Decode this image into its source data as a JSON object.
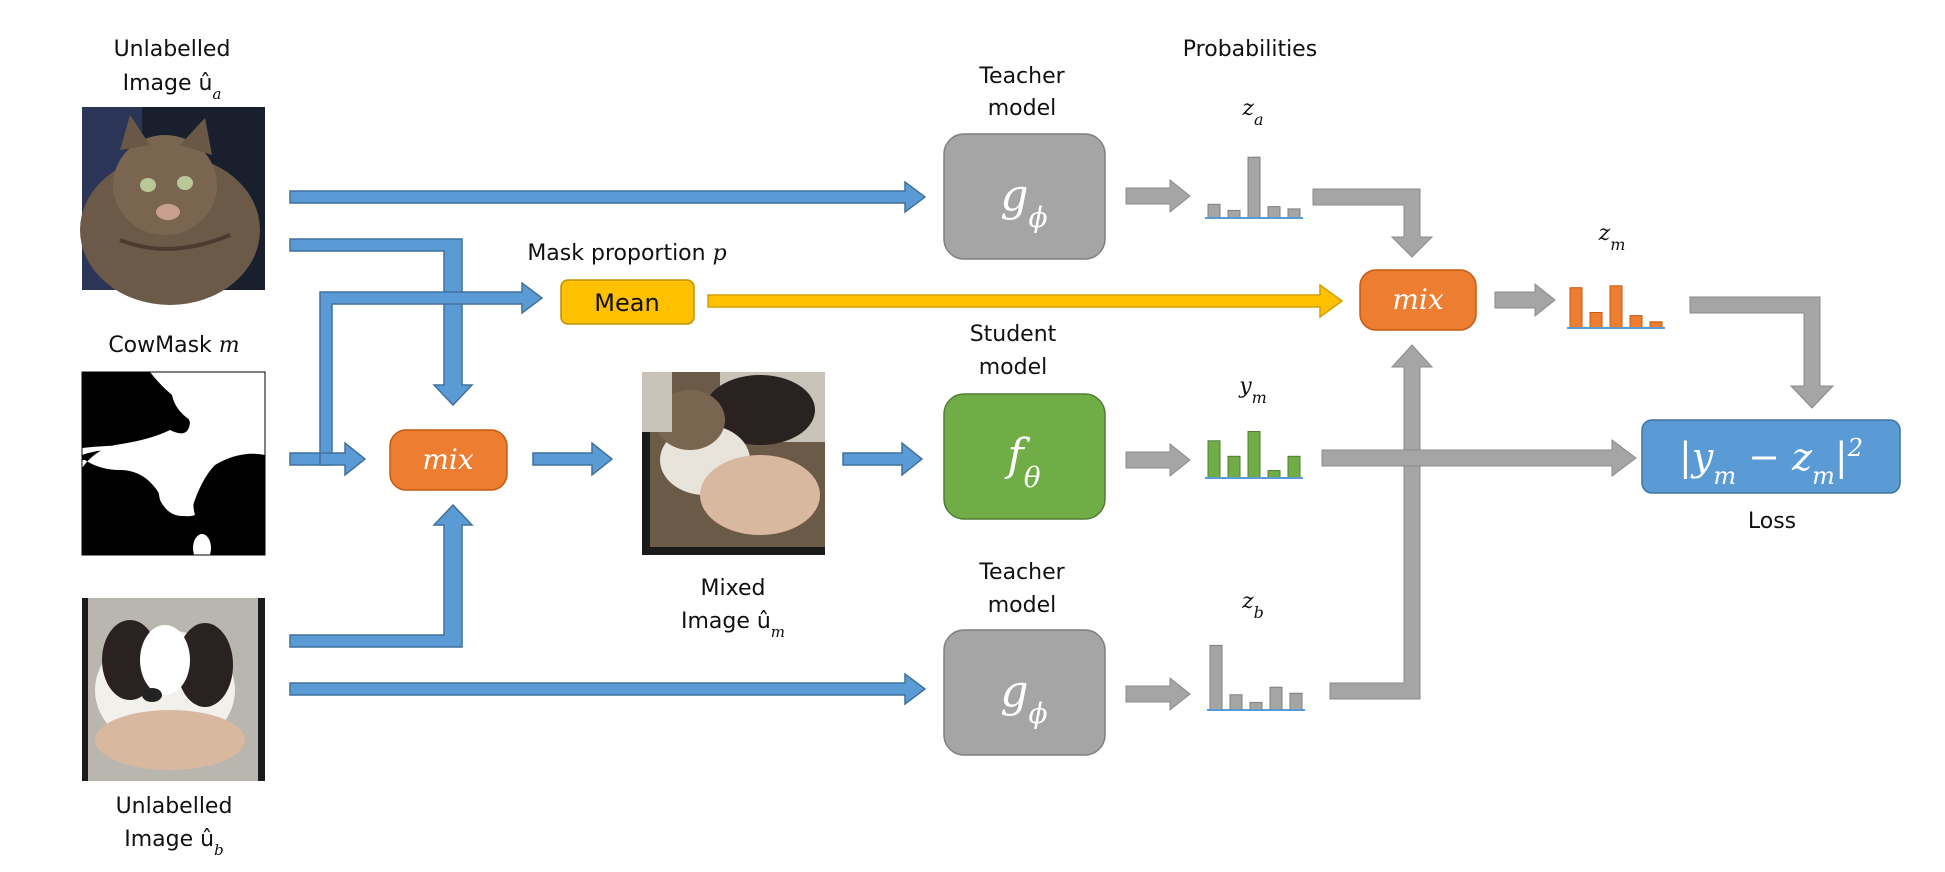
{
  "labels": {
    "image_a": [
      "Unlabelled",
      "Image û",
      "a"
    ],
    "cowmask": [
      "CowMask ",
      "m"
    ],
    "image_b": [
      "Unlabelled",
      "Image û",
      "b"
    ],
    "mask_prop": [
      "Mask proportion ",
      "p"
    ],
    "mean": "Mean",
    "mix": "mix",
    "mixed": [
      "Mixed",
      "Image û",
      "m"
    ],
    "teacher_top": [
      "Teacher",
      "model"
    ],
    "student": [
      "Student",
      "model"
    ],
    "teacher_bottom": [
      "Teacher",
      "model"
    ],
    "g_phi": [
      "g",
      "ϕ"
    ],
    "f_theta": [
      "f",
      "θ"
    ],
    "probabilities": "Probabilities",
    "z_a": [
      "z",
      "a"
    ],
    "y_m": [
      "y",
      "m"
    ],
    "z_b": [
      "z",
      "b"
    ],
    "z_m": [
      "z",
      "m"
    ],
    "loss_formula": [
      "|y",
      "m",
      " − z",
      "m",
      "|",
      "2"
    ],
    "loss": "Loss"
  },
  "colors": {
    "blue_arrow": "#5b9bd5",
    "gray": "#a5a5a5",
    "orange": "#ed7d31",
    "yellow": "#ffc000",
    "green": "#70ad47",
    "loss_box": "#5b9bd5"
  },
  "histograms": {
    "z_a": [
      0.18,
      0.1,
      0.8,
      0.15,
      0.12
    ],
    "y_m": [
      0.6,
      0.35,
      0.75,
      0.12,
      0.35
    ],
    "z_b": [
      0.85,
      0.2,
      0.1,
      0.3,
      0.22
    ],
    "z_m": [
      0.65,
      0.25,
      0.68,
      0.2,
      0.1
    ]
  },
  "icons": [
    "cat-image",
    "cowmask-image",
    "puppy-image",
    "mixed-image"
  ]
}
